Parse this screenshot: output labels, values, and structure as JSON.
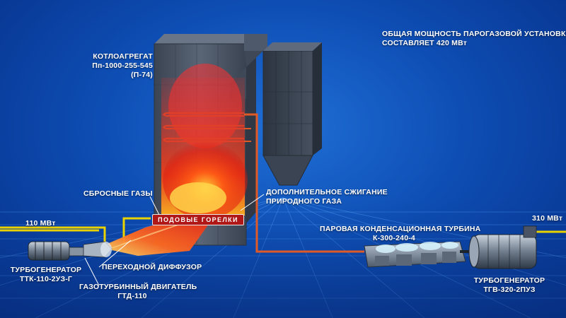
{
  "boiler": {
    "line1": "КОТЛОАГРЕГАТ",
    "line2": "Пп-1000-255-545",
    "line3": "(П-74)"
  },
  "total_power": {
    "line1": "ОБЩАЯ МОЩНОСТЬ ПАРОГАЗОВОЙ УСТАНОВКИ",
    "line2": "СОСТАВЛЯЕТ 420 МВт"
  },
  "exhaust_gases": "СБРОСНЫЕ ГАЗЫ",
  "afterburning": {
    "line1": "ДОПОЛНИТЕЛЬНОЕ  СЖИГАНИЕ",
    "line2": "ПРИРОДНОГО ГАЗА"
  },
  "bottom_burners": "ПОДОВЫЕ  ГОРЕЛКИ",
  "power_left": "110 МВт",
  "power_right": "310 МВт",
  "steam_turbine": {
    "line1": "ПАРОВАЯ КОНДЕНСАЦИОННАЯ ТУРБИНА",
    "line2": "К-300-240-4"
  },
  "turbogen_left": {
    "line1": "ТУРБОГЕНЕРАТОР",
    "line2": "ТТК-110-2УЗ-Г"
  },
  "transition_diffuser": "ПЕРЕХОДНОЙ ДИФФУЗОР",
  "gas_turbine": {
    "line1": "ГАЗОТУРБИННЫЙ ДВИГАТЕЛЬ",
    "line2": "ГТД-110"
  },
  "turbogen_right": {
    "line1": "ТУРБОГЕНЕРАТОР",
    "line2": "ТГВ-320-2ПУЗ"
  },
  "colors": {
    "background": "#0e4eb4",
    "grid": "#5aa8ff",
    "boiler_body": "#4a5566",
    "flame": "#ff3a10",
    "power_line": "#e8d200",
    "steam_pipe": "#e05a28",
    "tag_red": "#b01818"
  }
}
